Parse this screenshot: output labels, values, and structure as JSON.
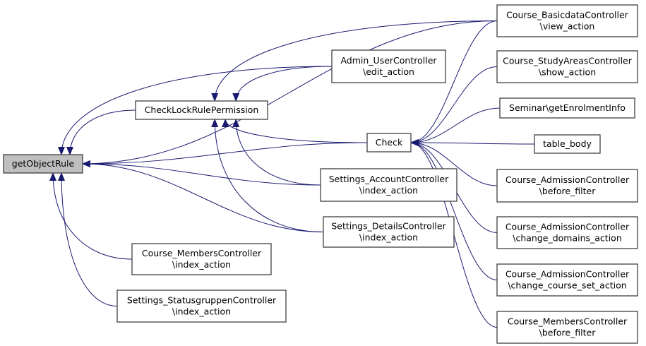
{
  "colors": {
    "edge": "#191970",
    "root_fill": "#bfbfbf",
    "node_fill": "#ffffff",
    "border": "#404040"
  },
  "nodes": [
    {
      "id": "getObjectRule",
      "lines": [
        "getObjectRule"
      ],
      "root": true
    },
    {
      "id": "CheckLockRulePermission",
      "lines": [
        "CheckLockRulePermission"
      ]
    },
    {
      "id": "Admin_UserController",
      "lines": [
        "Admin_UserController",
        "\\edit_action"
      ]
    },
    {
      "id": "Course_BasicdataController",
      "lines": [
        "Course_BasicdataController",
        "\\view_action"
      ]
    },
    {
      "id": "Course_StudyAreasController",
      "lines": [
        "Course_StudyAreasController",
        "\\show_action"
      ]
    },
    {
      "id": "Seminar",
      "lines": [
        "Seminar\\getEnrolmentInfo"
      ]
    },
    {
      "id": "Check",
      "lines": [
        "Check"
      ]
    },
    {
      "id": "table_body",
      "lines": [
        "table_body"
      ]
    },
    {
      "id": "Settings_AccountController",
      "lines": [
        "Settings_AccountController",
        "\\index_action"
      ]
    },
    {
      "id": "Course_AdmissionController_before",
      "lines": [
        "Course_AdmissionController",
        "\\before_filter"
      ]
    },
    {
      "id": "Settings_DetailsController",
      "lines": [
        "Settings_DetailsController",
        "\\index_action"
      ]
    },
    {
      "id": "Course_AdmissionController_domains",
      "lines": [
        "Course_AdmissionController",
        "\\change_domains_action"
      ]
    },
    {
      "id": "Course_MembersController_index",
      "lines": [
        "Course_MembersController",
        "\\index_action"
      ]
    },
    {
      "id": "Course_AdmissionController_courseset",
      "lines": [
        "Course_AdmissionController",
        "\\change_course_set_action"
      ]
    },
    {
      "id": "Settings_StatusgruppenController",
      "lines": [
        "Settings_StatusgruppenController",
        "\\index_action"
      ]
    },
    {
      "id": "Course_MembersController_before",
      "lines": [
        "Course_MembersController",
        "\\before_filter"
      ]
    }
  ],
  "edges": [
    {
      "from": "Course_BasicdataController",
      "to": "getObjectRule"
    },
    {
      "from": "Admin_UserController",
      "to": "getObjectRule"
    },
    {
      "from": "CheckLockRulePermission",
      "to": "getObjectRule"
    },
    {
      "from": "Check",
      "to": "getObjectRule"
    },
    {
      "from": "Settings_AccountController",
      "to": "getObjectRule"
    },
    {
      "from": "Settings_DetailsController",
      "to": "getObjectRule"
    },
    {
      "from": "Course_MembersController_index",
      "to": "getObjectRule"
    },
    {
      "from": "Settings_StatusgruppenController",
      "to": "getObjectRule"
    },
    {
      "from": "Admin_UserController",
      "to": "CheckLockRulePermission"
    },
    {
      "from": "Course_BasicdataController",
      "to": "CheckLockRulePermission"
    },
    {
      "from": "Check",
      "to": "CheckLockRulePermission"
    },
    {
      "from": "Settings_AccountController",
      "to": "CheckLockRulePermission"
    },
    {
      "from": "Settings_DetailsController",
      "to": "CheckLockRulePermission"
    },
    {
      "from": "Course_BasicdataController",
      "to": "Check"
    },
    {
      "from": "Course_StudyAreasController",
      "to": "Check"
    },
    {
      "from": "Seminar",
      "to": "Check"
    },
    {
      "from": "table_body",
      "to": "Check"
    },
    {
      "from": "Course_AdmissionController_before",
      "to": "Check"
    },
    {
      "from": "Course_AdmissionController_domains",
      "to": "Check"
    },
    {
      "from": "Course_AdmissionController_courseset",
      "to": "Check"
    },
    {
      "from": "Course_MembersController_before",
      "to": "Check"
    }
  ]
}
